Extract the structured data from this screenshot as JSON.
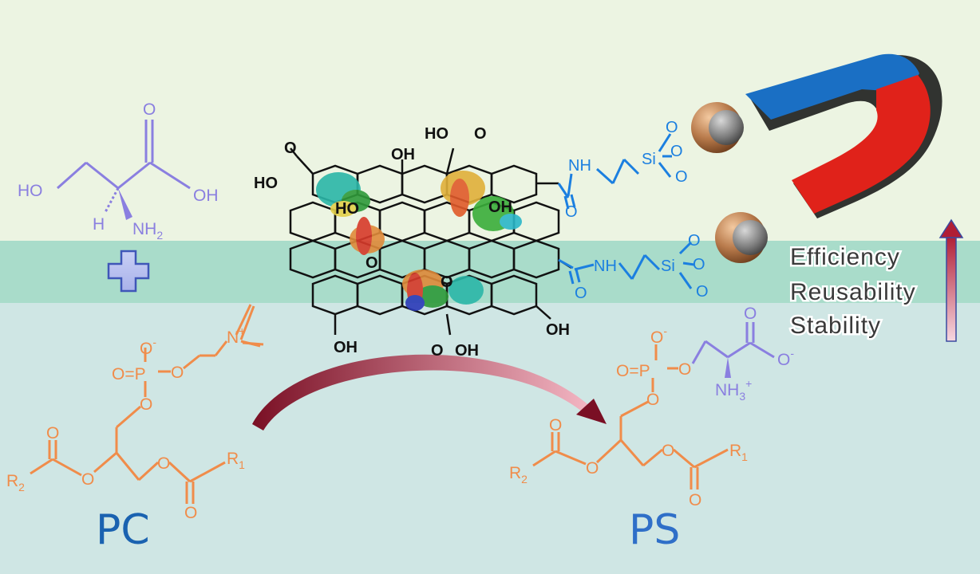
{
  "colors": {
    "band_top": "#ecf4e2",
    "band_middle": "#a9dcca",
    "band_bottom": "#cfe6e4",
    "serine": "#8a7fe0",
    "phospholipid": "#f08c4a",
    "linker": "#1b7fe0",
    "core": "#111111",
    "label_blue": "#1a62b0",
    "magnet_blue": "#1a6fc4",
    "magnet_red": "#e0221a",
    "arrow_dark": "#7a0f24",
    "arrow_light": "#f4b7c4"
  },
  "serine": {
    "carbonyl_o": "O",
    "ho_left": "HO",
    "oh_right": "OH",
    "h": "H",
    "nh": "NH",
    "nh_sub": "2"
  },
  "plus_icon": "plus-icon",
  "pc": {
    "o_minus": "O",
    "minus": "-",
    "p": "O=P",
    "o_link": "O",
    "n": "N",
    "n_charge": "+",
    "o_glycerol": "O",
    "o_ester_left": "O",
    "o_ester_right": "O",
    "o_carbonyl_left": "O",
    "o_carbonyl_right": "O",
    "r2": "R",
    "r2_sub": "2",
    "r1": "R",
    "r1_sub": "1",
    "label": "PC"
  },
  "ps": {
    "o_minus": "O",
    "minus": "-",
    "p": "O=P",
    "o_link": "O",
    "o_carboxyl_top": "O",
    "o_carboxylate": "O",
    "o_carboxylate_charge": "-",
    "nh": "NH",
    "nh_sub": "3",
    "nh_charge": "+",
    "o_glycerol": "O",
    "o_ester_left": "O",
    "o_ester_right": "O",
    "o_carbonyl_left": "O",
    "o_carbonyl_right": "O",
    "r2": "R",
    "r2_sub": "2",
    "r1": "R",
    "r1_sub": "1",
    "label": "PS"
  },
  "core": {
    "cooh_left_o": "O",
    "cooh_left": "HO",
    "oh_top": "OH",
    "cooh_top": "HO",
    "cooh_top_o": "O",
    "ho_inner": "HO",
    "oh_inner": "OH",
    "epoxide_o_1": "O",
    "epoxide_o_2": "O",
    "oh_bottom_left": "OH",
    "oh_bottom_right": "OH",
    "cooh_bottom_o": "O",
    "cooh_bottom": "OH"
  },
  "linker": {
    "nh_top": "NH",
    "o_top": "O",
    "si_top": "Si",
    "o_top_a": "O",
    "o_top_b": "O",
    "o_top_c": "O",
    "nh_bottom": "NH",
    "o_bottom": "O",
    "si_bottom": "Si",
    "o_bottom_a": "O",
    "o_bottom_b": "O",
    "o_bottom_c": "O"
  },
  "properties": [
    "Efficiency",
    "Reusability",
    "Stability"
  ]
}
